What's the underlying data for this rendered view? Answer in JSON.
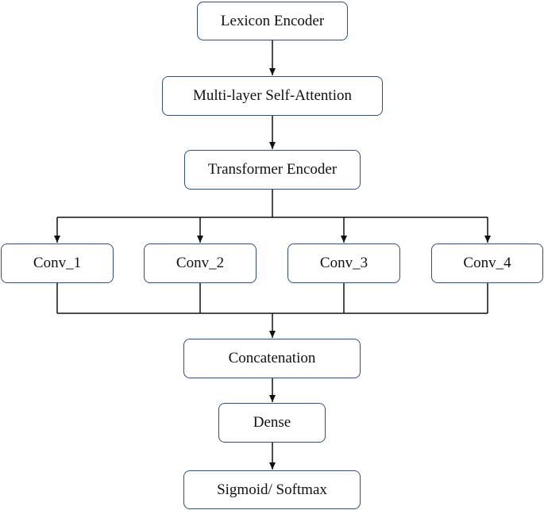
{
  "nodes": {
    "lexicon_encoder": "Lexicon Encoder",
    "self_attention": "Multi-layer Self-Attention",
    "transformer_encoder": "Transformer Encoder",
    "conv_1": "Conv_1",
    "conv_2": "Conv_2",
    "conv_3": "Conv_3",
    "conv_4": "Conv_4",
    "concatenation": "Concatenation",
    "dense": "Dense",
    "output": "Sigmoid/ Softmax"
  },
  "colors": {
    "box_border": "#2e4f86",
    "connector": "#111111",
    "text": "#111111",
    "background": "#ffffff"
  }
}
